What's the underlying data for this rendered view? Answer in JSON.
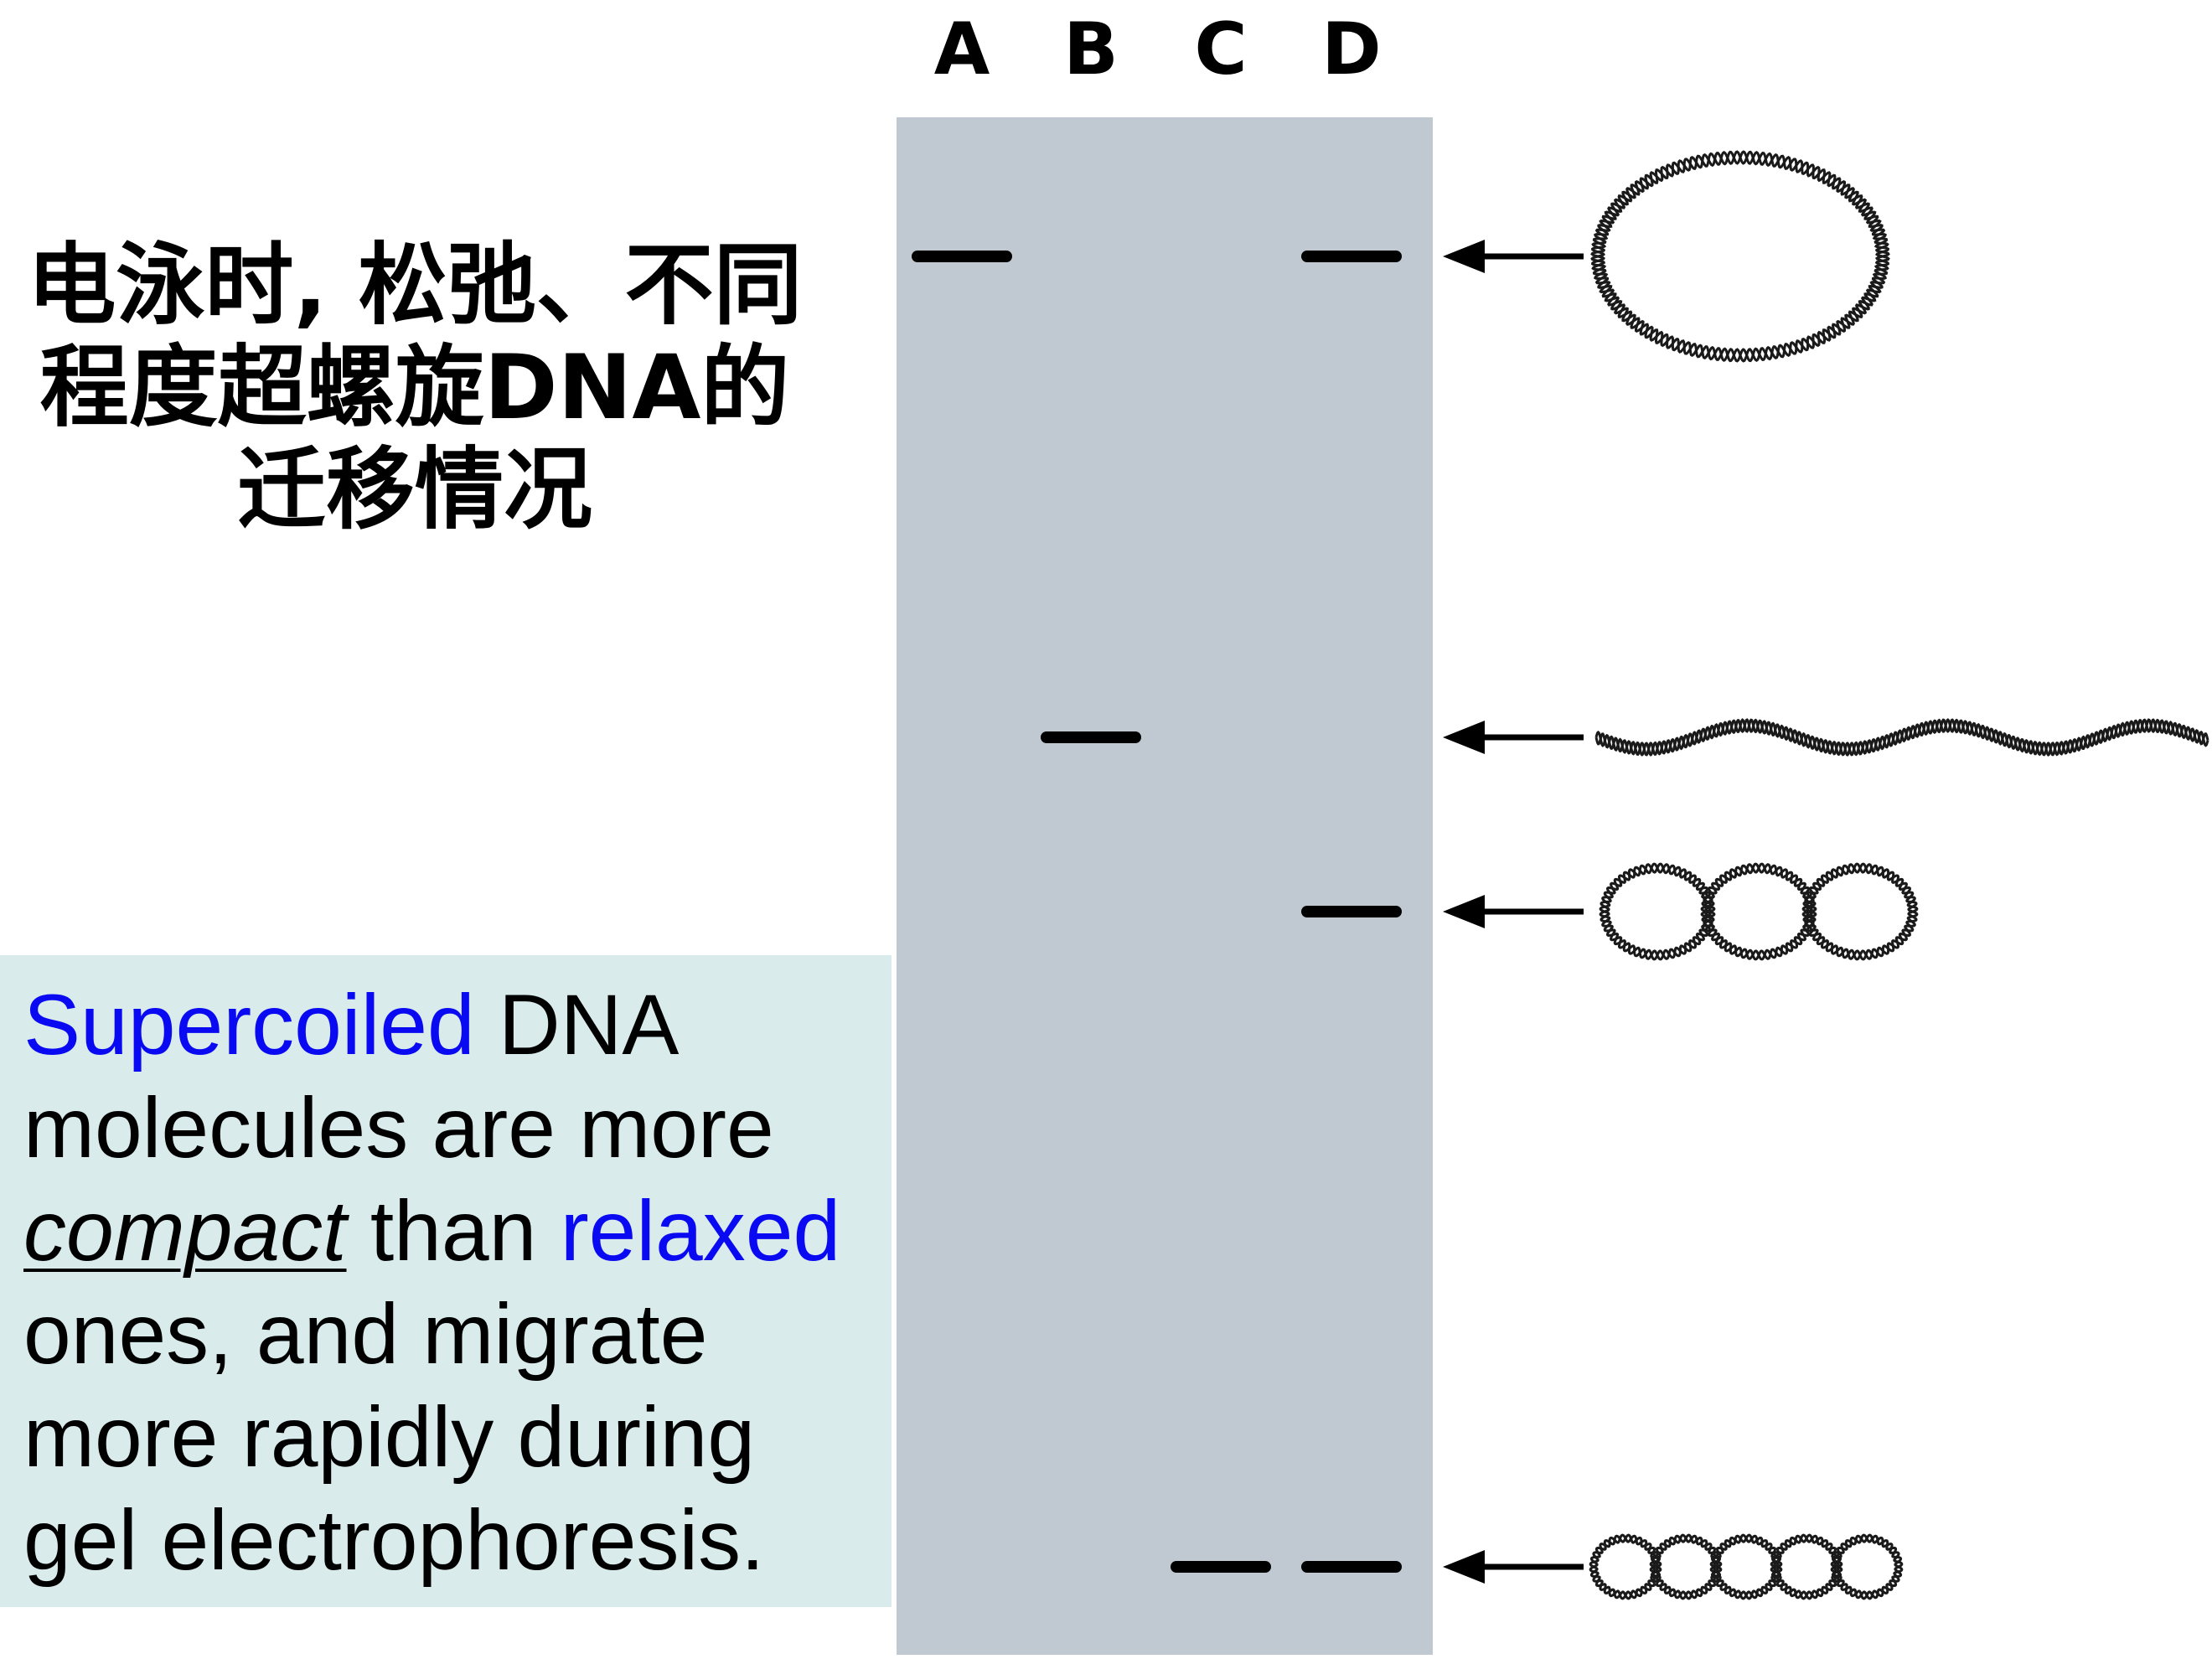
{
  "title": {
    "line1": "电泳时, 松弛、不同",
    "line2": "程度超螺旋DNA的",
    "line3": "迁移情况"
  },
  "textbox": {
    "word_supercoiled": "Supercoiled",
    "dna": " DNA",
    "line2": "molecules are more",
    "word_compact": "compact",
    "than": " than ",
    "word_relaxed": "relaxed",
    "line4": "ones, and migrate",
    "line5": "more rapidly during",
    "line6": "gel electrophoresis."
  },
  "gel": {
    "lanes": [
      "A",
      "B",
      "C",
      "D"
    ],
    "bands": [
      {
        "lane": "A",
        "level": 1
      },
      {
        "lane": "B",
        "level": 2
      },
      {
        "lane": "C",
        "level": 4
      },
      {
        "lane": "D",
        "level": 1
      },
      {
        "lane": "D",
        "level": 3
      },
      {
        "lane": "D",
        "level": 4
      }
    ],
    "forms": [
      {
        "level": 1,
        "icon": "relaxed-circle-icon"
      },
      {
        "level": 2,
        "icon": "linear-dna-icon"
      },
      {
        "level": 3,
        "icon": "partially-supercoiled-icon"
      },
      {
        "level": 4,
        "icon": "supercoiled-icon"
      }
    ],
    "colors": {
      "gel": "#c0c8d1",
      "band": "#000000",
      "textbox": "#daebec",
      "highlight_text": "#0a0af2"
    }
  }
}
